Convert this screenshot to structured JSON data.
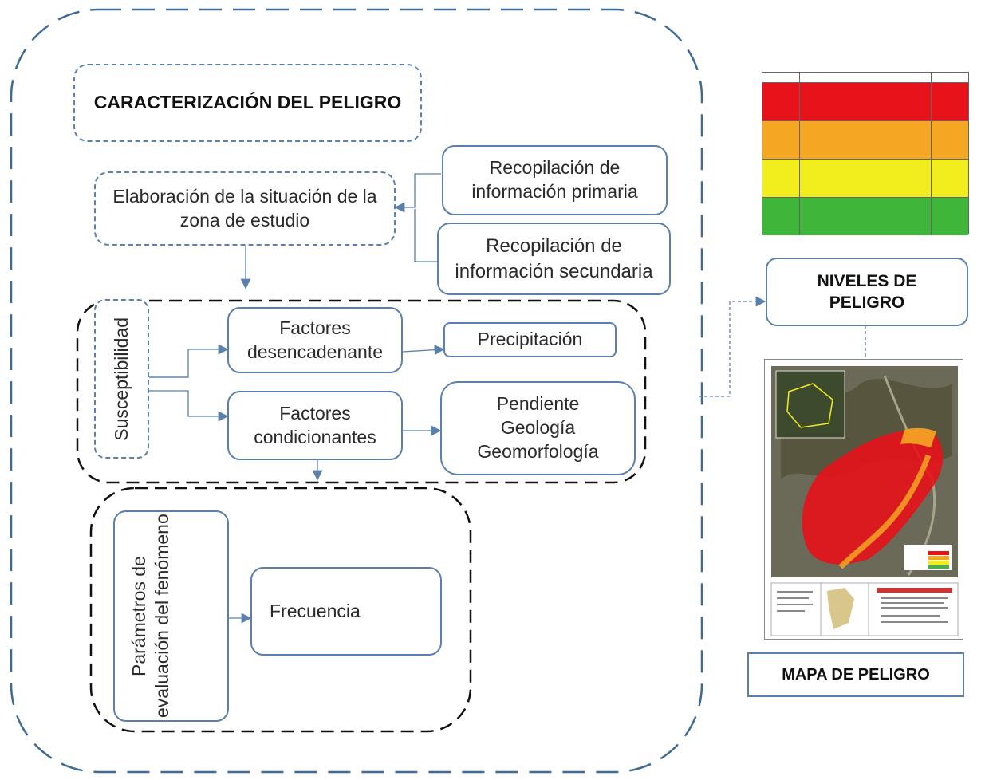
{
  "title": "CARACTERIZACIÓN DEL PELIGRO",
  "situacion": "Elaboración de la situación de la zona de estudio",
  "info_primaria": "Recopilación de información primaria",
  "info_secundaria": "Recopilación de información secundaria",
  "susceptibilidad": "Susceptibilidad",
  "factores_desencadenante": "Factores desencadenante",
  "precipitacion": "Precipitación",
  "factores_condicionantes": "Factores condicionantes",
  "condicionantes_list": [
    "Pendiente",
    "Geología",
    "Geomorfología"
  ],
  "parametros": "Parámetros de evaluación del fenómeno",
  "frecuencia": "Frecuencia",
  "niveles": "NIVELES DE PELIGRO",
  "mapa": "MAPA DE PELIGRO",
  "colors": {
    "border_blue": "#5a80ab",
    "muy_alto": "#e8121b",
    "alto": "#f5a623",
    "medio": "#f2ee1d",
    "bajo": "#3fb53a"
  }
}
